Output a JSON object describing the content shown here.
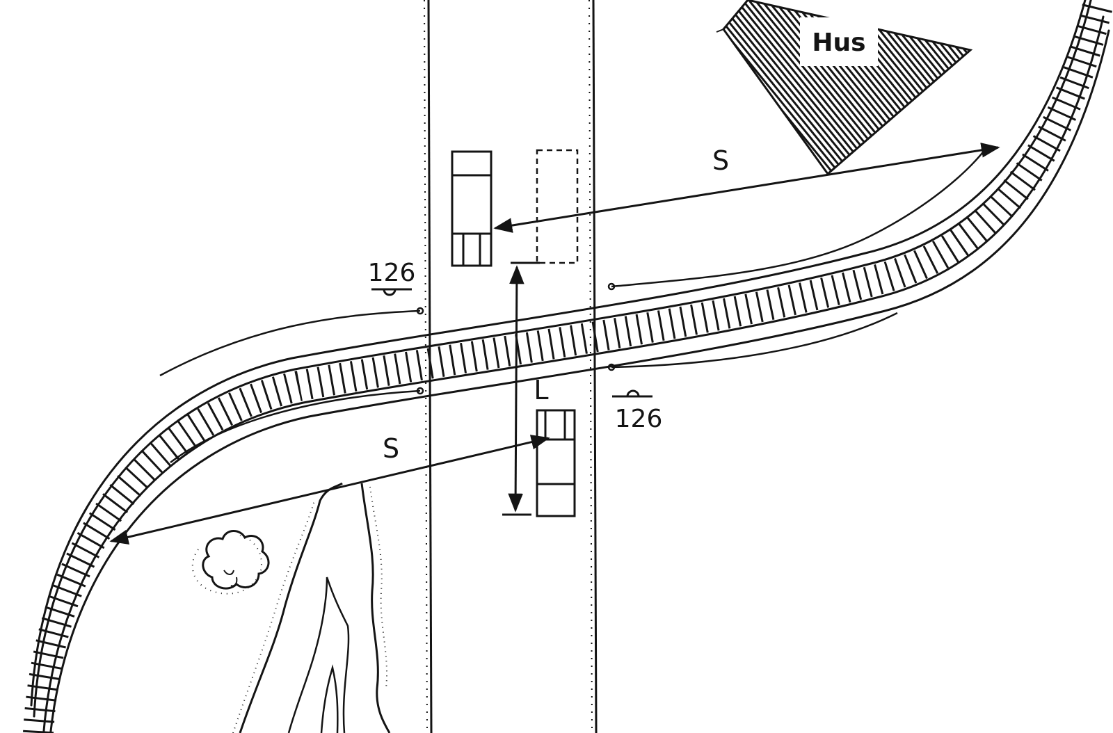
{
  "diagram": {
    "house_label": "Hus",
    "sight_label_upper": "S",
    "sight_label_lower": "S",
    "gap_label": "L",
    "sign_label_left": "126",
    "sign_label_right": "126"
  },
  "colors": {
    "ink": "#141414",
    "paper": "#ffffff"
  }
}
